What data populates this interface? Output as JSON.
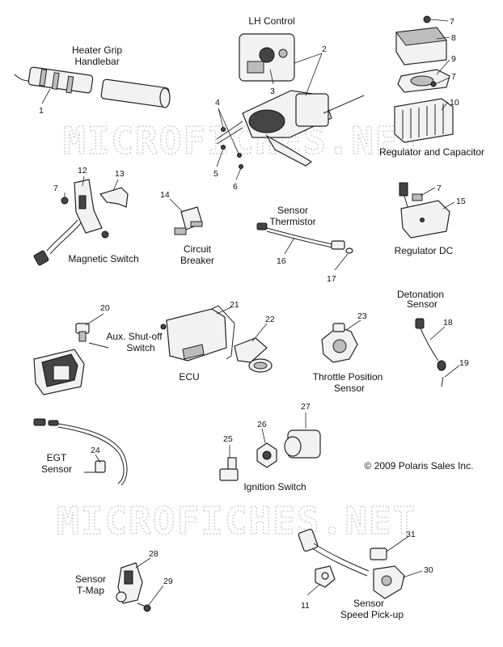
{
  "watermark": "MICROFICHES.NET",
  "copyright": "© 2009 Polaris Sales Inc.",
  "labels": {
    "heater_grip_1": "Heater Grip",
    "heater_grip_2": "Handlebar",
    "lh_control": "LH Control",
    "regulator_capacitor": "Regulator and Capacitor",
    "magnetic_switch": "Magnetic Switch",
    "circuit_breaker_1": "Circuit",
    "circuit_breaker_2": "Breaker",
    "sensor_thermistor_1": "Sensor",
    "sensor_thermistor_2": "Thermistor",
    "regulator_dc": "Regulator DC",
    "detonation_sensor_1": "Detonation",
    "detonation_sensor_2": "Sensor",
    "aux_shutoff_1": "Aux. Shut-off",
    "aux_shutoff_2": "Switch",
    "ecu": "ECU",
    "throttle_position_1": "Throttle Position",
    "throttle_position_2": "Sensor",
    "egt_sensor_1": "EGT",
    "egt_sensor_2": "Sensor",
    "ignition_switch": "Ignition Switch",
    "sensor_tmap_1": "Sensor",
    "sensor_tmap_2": "T-Map",
    "speed_pickup_1": "Sensor",
    "speed_pickup_2": "Speed Pick-up"
  },
  "callouts": {
    "c1": "1",
    "c2": "2",
    "c3": "3",
    "c4": "4",
    "c5": "5",
    "c6": "6",
    "c7a": "7",
    "c7b": "7",
    "c7c": "7",
    "c7d": "7",
    "c8": "8",
    "c9": "9",
    "c10": "10",
    "c11": "11",
    "c12": "12",
    "c13": "13",
    "c14": "14",
    "c15": "15",
    "c16": "16",
    "c17": "17",
    "c18": "18",
    "c19": "19",
    "c20": "20",
    "c21": "21",
    "c22": "22",
    "c23": "23",
    "c24": "24",
    "c25": "25",
    "c26": "26",
    "c27": "27",
    "c28": "28",
    "c29": "29",
    "c30": "30",
    "c31": "31"
  }
}
